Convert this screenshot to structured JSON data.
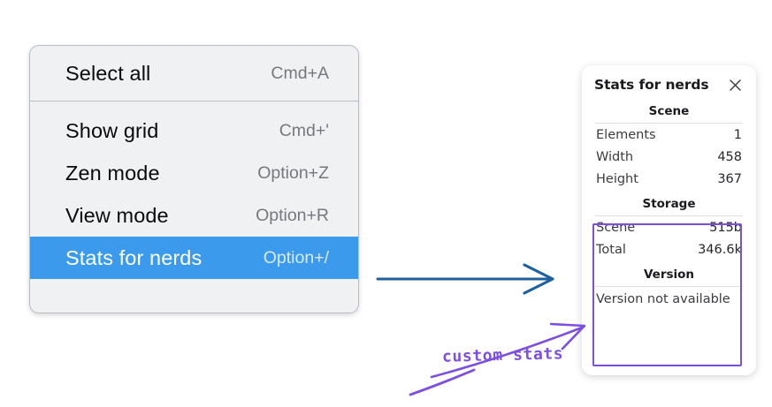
{
  "context_menu": {
    "groups": [
      {
        "items": [
          {
            "label": "Select all",
            "shortcut": "Cmd+A",
            "selected": false
          }
        ]
      },
      {
        "items": [
          {
            "label": "Show grid",
            "shortcut": "Cmd+'",
            "selected": false
          },
          {
            "label": "Zen mode",
            "shortcut": "Option+Z",
            "selected": false
          },
          {
            "label": "View mode",
            "shortcut": "Option+R",
            "selected": false
          },
          {
            "label": "Stats for nerds",
            "shortcut": "Option+/",
            "selected": true
          }
        ]
      }
    ],
    "highlight_color": "#3b9aec"
  },
  "stats_panel": {
    "title": "Stats for nerds",
    "close_icon": "close-icon",
    "sections": [
      {
        "heading": "Scene",
        "rows": [
          {
            "label": "Elements",
            "value": "1"
          },
          {
            "label": "Width",
            "value": "458"
          },
          {
            "label": "Height",
            "value": "367"
          }
        ]
      },
      {
        "heading": "Storage",
        "rows": [
          {
            "label": "Scene",
            "value": "515b"
          },
          {
            "label": "Total",
            "value": "346.6k"
          }
        ]
      },
      {
        "heading": "Version",
        "full_row": "Version not available"
      }
    ]
  },
  "annotations": {
    "blue_arrow": {
      "name": "blue-arrow",
      "color": "#1f5f9e"
    },
    "purple_note": {
      "text": "custom stats",
      "color": "#7c4fe0"
    },
    "purple_highlight_box": {
      "color": "#7c4fe0"
    }
  }
}
